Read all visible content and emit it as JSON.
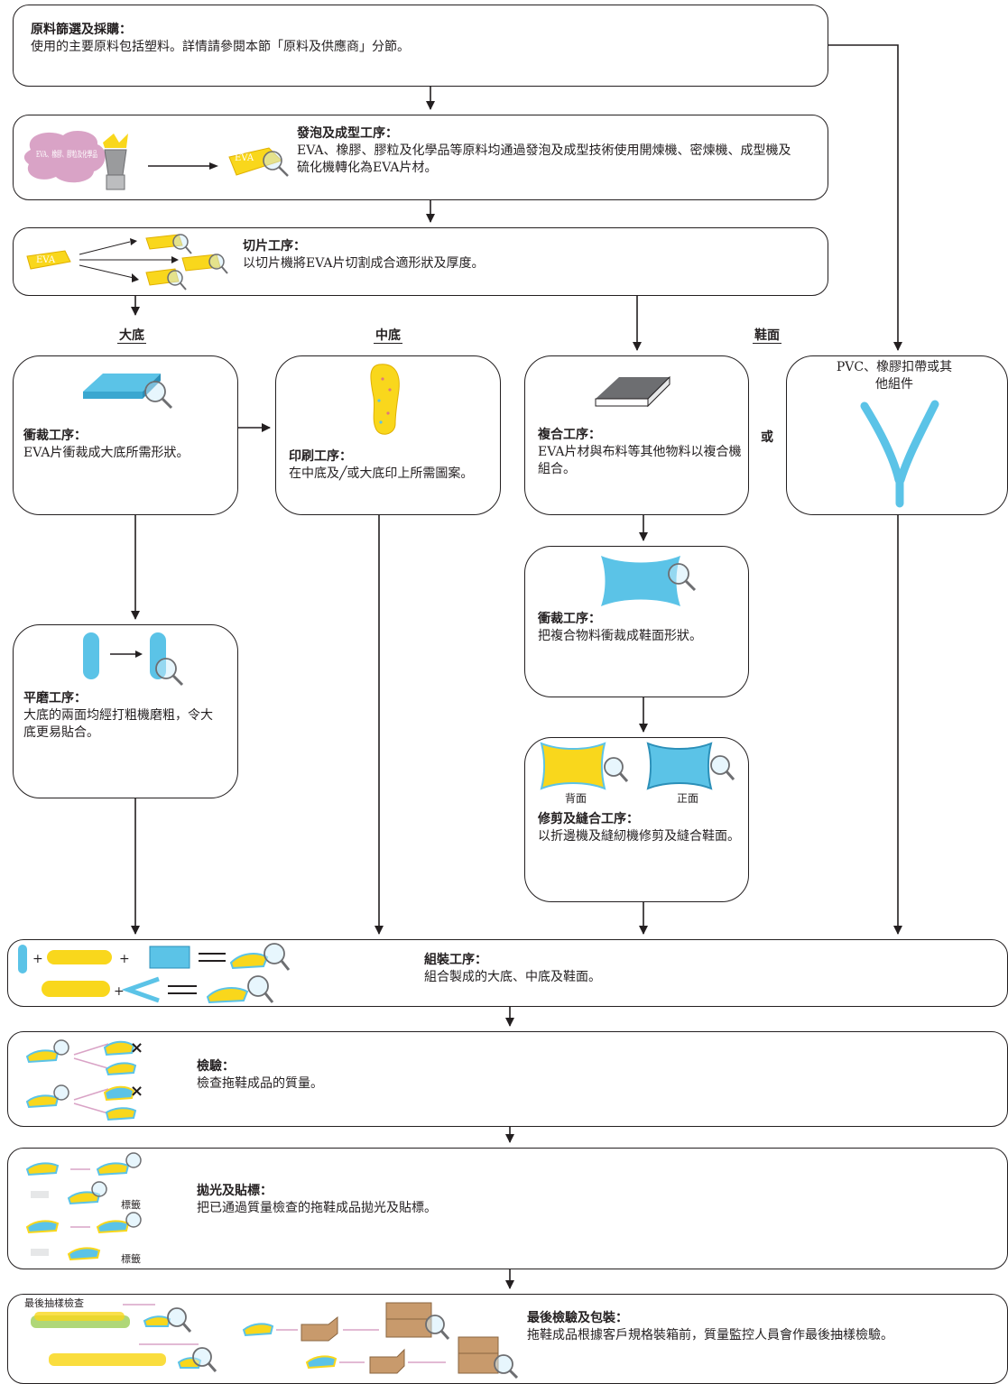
{
  "colors": {
    "line": "#231f20",
    "blue": "#5bc3e7",
    "yellow": "#f9d71c",
    "pink": "#d9a3c6",
    "brown": "#c89a6c",
    "gray": "#6d6e71"
  },
  "steps": {
    "raw": {
      "title": "原料篩選及採購：",
      "desc": "使用的主要原料包括塑料。詳情請參閱本節「原料及供應商」分節。"
    },
    "foam": {
      "title": "發泡及成型工序：",
      "desc": "EVA、橡膠、膠粒及化學品等原料均通過發泡及成型技術使用開煉機、密煉機、成型機及硫化機轉化為EVA片材。"
    },
    "slice": {
      "title": "切片工序：",
      "desc": "以切片機將EVA片切割成合適形狀及厚度。"
    },
    "cut_sole": {
      "title": "衝裁工序：",
      "desc": "EVA片衝裁成大底所需形狀。"
    },
    "print": {
      "title": "印刷工序：",
      "desc": "在中底及╱或大底印上所需圖案。"
    },
    "composite": {
      "title": "複合工序：",
      "desc": "EVA片材與布料等其他物料以複合機組合。"
    },
    "cut_upper": {
      "title": "衝裁工序：",
      "desc": "把複合物料衝裁成鞋面形狀。"
    },
    "grind": {
      "title": "平磨工序：",
      "desc": "大底的兩面均經打粗機磨粗，令大底更易貼合。"
    },
    "trim": {
      "title": "修剪及縫合工序：",
      "desc": "以折邊機及縫紉機修剪及縫合鞋面。"
    },
    "assemble": {
      "title": "組裝工序：",
      "desc": "組合製成的大底、中底及鞋面。"
    },
    "inspect": {
      "title": "檢驗：",
      "desc": "檢查拖鞋成品的質量。"
    },
    "polish": {
      "title": "拋光及貼標：",
      "desc": "把已通過質量檢查的拖鞋成品拋光及貼標。"
    },
    "final": {
      "title": "最後檢驗及包裝：",
      "desc": "拖鞋成品根據客戶規格裝箱前，質量監控人員會作最後抽樣檢驗。"
    }
  },
  "labels": {
    "outsole": "大底",
    "midsole": "中底",
    "upper": "鞋面",
    "or": "或",
    "pvc": "PVC、橡膠扣帶或其他組件",
    "back": "背面",
    "front": "正面",
    "tag1": "標籤",
    "tag2": "標籤",
    "sampling": "最後抽樣檢查",
    "eva_mix": "EVA、橡膠、膠粒及化學品",
    "eva1": "EVA",
    "eva2": "EVA"
  }
}
